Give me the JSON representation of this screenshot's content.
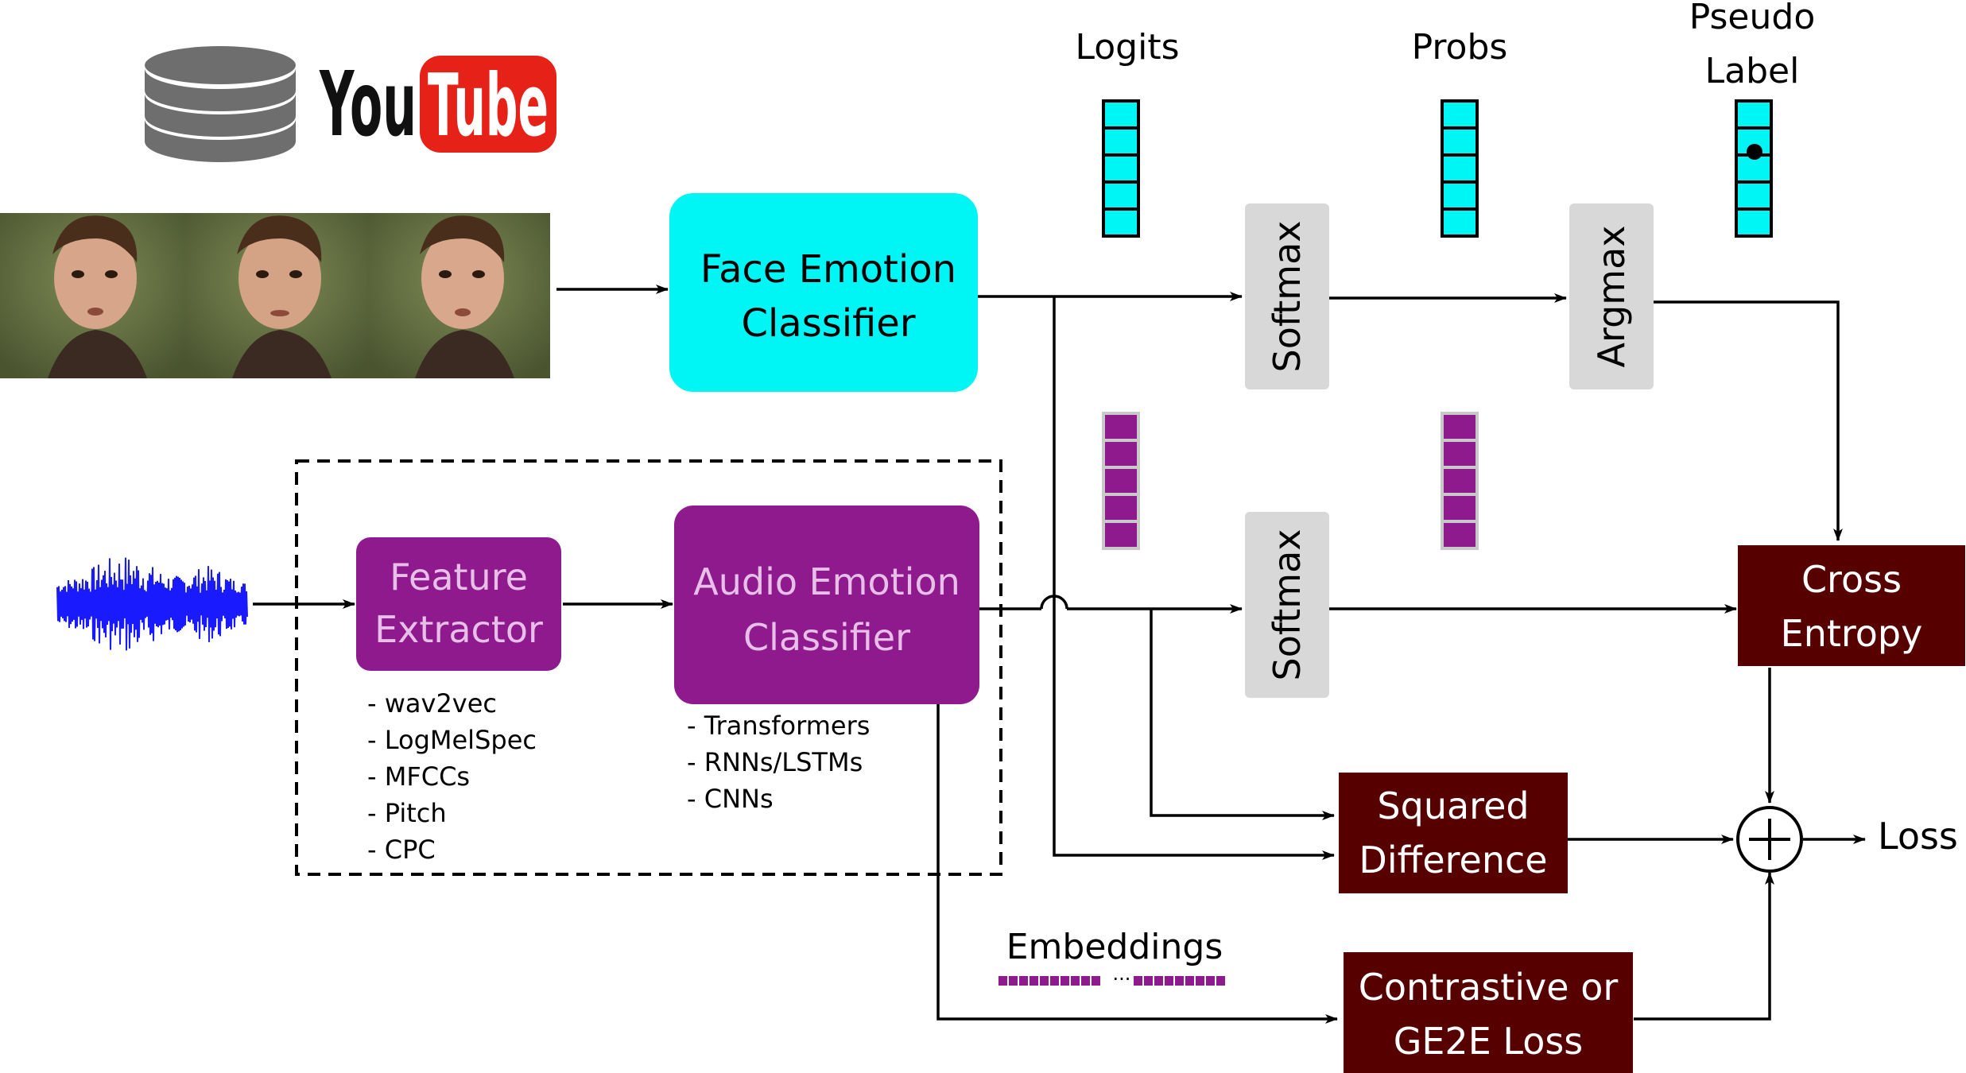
{
  "logo": {
    "you_text": "You",
    "tube_text": "Tube",
    "database_icon": "database-icon",
    "colors": {
      "you": "#111111",
      "tube_bg": "#e62117",
      "tube_text": "#ffffff",
      "database": "#6e6e6e"
    }
  },
  "input_frames": {
    "count": 3,
    "icon": "face-frame-image"
  },
  "waveform": {
    "icon": "audio-waveform-icon",
    "color": "#1a1aff"
  },
  "blocks": {
    "face_classifier": {
      "line1": "Face Emotion",
      "line2": "Classifier",
      "color": "#00f5f5"
    },
    "feature_extractor": {
      "line1": "Feature",
      "line2": "Extractor",
      "color": "#8e1a8e"
    },
    "audio_classifier": {
      "line1": "Audio Emotion",
      "line2": "Classifier",
      "color": "#8e1a8e"
    },
    "softmax_top": {
      "label": "Softmax",
      "color": "#d8d8d8"
    },
    "argmax": {
      "label": "Argmax",
      "color": "#d8d8d8"
    },
    "softmax_bottom": {
      "label": "Softmax",
      "color": "#d8d8d8"
    },
    "cross_entropy": {
      "line1": "Cross",
      "line2": "Entropy",
      "color": "#560000"
    },
    "squared_difference": {
      "line1": "Squared",
      "line2": "Difference",
      "color": "#560000"
    },
    "contrastive_loss": {
      "line1": "Contrastive or",
      "line2": "GE2E Loss",
      "color": "#560000"
    }
  },
  "vector_labels": {
    "logits": "Logits",
    "probs": "Probs",
    "pseudo_line1": "Pseudo",
    "pseudo_line2": "Label",
    "embeddings": "Embeddings",
    "embeddings_dots": "···"
  },
  "feature_options": [
    "- wav2vec",
    "- LogMelSpec",
    "- MFCCs",
    "- Pitch",
    "- CPC"
  ],
  "classifier_options": [
    "- Transformers",
    "- RNNs/LSTMs",
    "- CNNs"
  ],
  "output": {
    "sum_symbol": "+",
    "loss_label": "Loss"
  },
  "vector_colors": {
    "face": "#00f5f5",
    "audio": "#8e1a8e"
  }
}
